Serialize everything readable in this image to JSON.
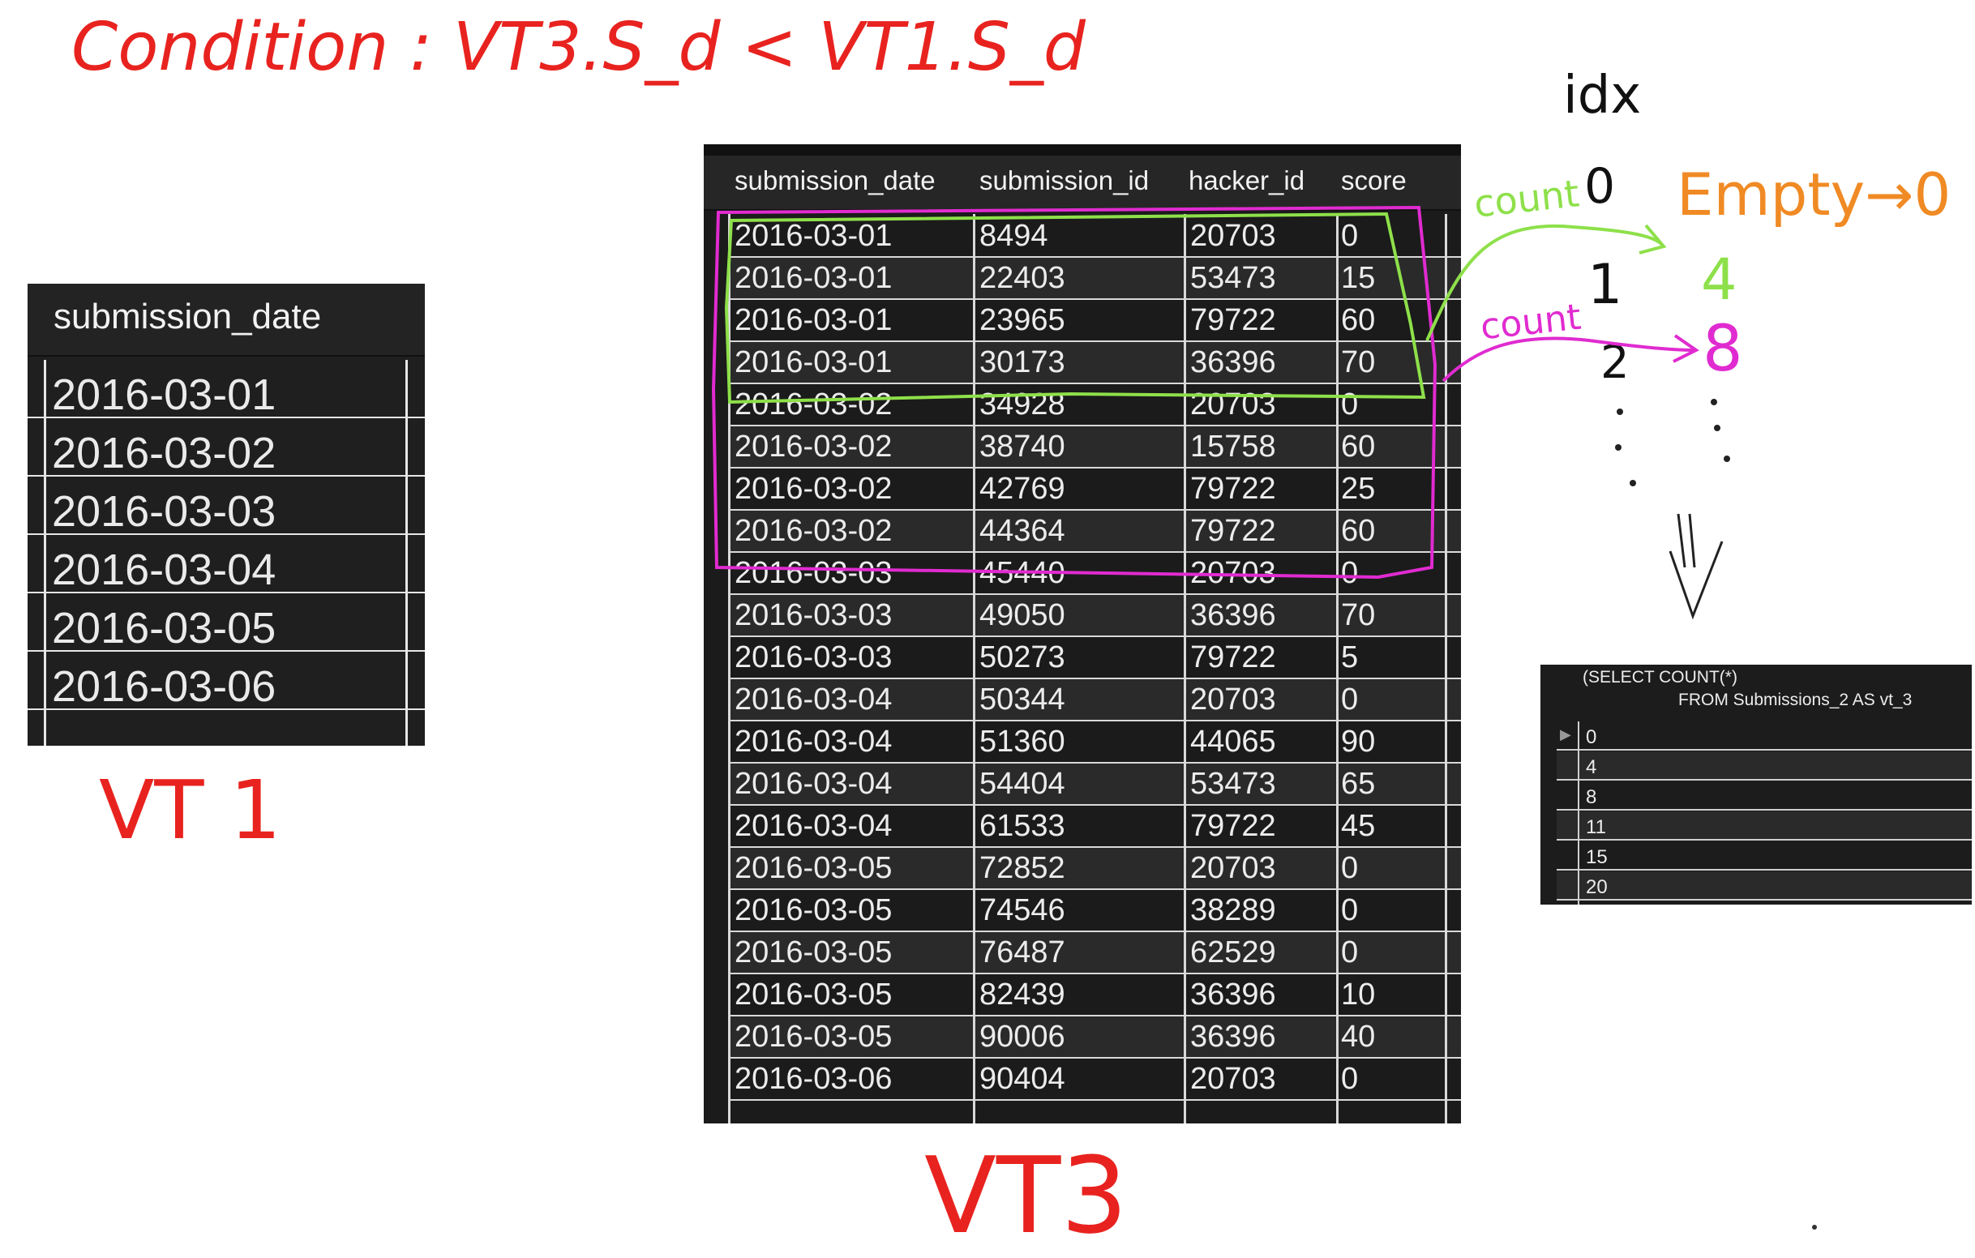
{
  "annotations": {
    "condition": "Condition : VT3.S_d < VT1.S_d",
    "vt1_label": "VT 1",
    "vt3_label": "VT3",
    "idx_label": "idx",
    "idx_values": [
      "0",
      "1",
      "2"
    ],
    "count_label_0": "count",
    "count_label_1": "count",
    "empty_label": "Empty→0",
    "result_values": [
      "4",
      "8"
    ]
  },
  "vt1": {
    "header": "submission_date",
    "rows": [
      "2016-03-01",
      "2016-03-02",
      "2016-03-03",
      "2016-03-04",
      "2016-03-05",
      "2016-03-06"
    ]
  },
  "vt3": {
    "columns": [
      "submission_date",
      "submission_id",
      "hacker_id",
      "score"
    ],
    "rows": [
      [
        "2016-03-01",
        "8494",
        "20703",
        "0"
      ],
      [
        "2016-03-01",
        "22403",
        "53473",
        "15"
      ],
      [
        "2016-03-01",
        "23965",
        "79722",
        "60"
      ],
      [
        "2016-03-01",
        "30173",
        "36396",
        "70"
      ],
      [
        "2016-03-02",
        "34928",
        "20703",
        "0"
      ],
      [
        "2016-03-02",
        "38740",
        "15758",
        "60"
      ],
      [
        "2016-03-02",
        "42769",
        "79722",
        "25"
      ],
      [
        "2016-03-02",
        "44364",
        "79722",
        "60"
      ],
      [
        "2016-03-03",
        "45440",
        "20703",
        "0"
      ],
      [
        "2016-03-03",
        "49050",
        "36396",
        "70"
      ],
      [
        "2016-03-03",
        "50273",
        "79722",
        "5"
      ],
      [
        "2016-03-04",
        "50344",
        "20703",
        "0"
      ],
      [
        "2016-03-04",
        "51360",
        "44065",
        "90"
      ],
      [
        "2016-03-04",
        "54404",
        "53473",
        "65"
      ],
      [
        "2016-03-04",
        "61533",
        "79722",
        "45"
      ],
      [
        "2016-03-05",
        "72852",
        "20703",
        "0"
      ],
      [
        "2016-03-05",
        "74546",
        "38289",
        "0"
      ],
      [
        "2016-03-05",
        "76487",
        "62529",
        "0"
      ],
      [
        "2016-03-05",
        "82439",
        "36396",
        "10"
      ],
      [
        "2016-03-05",
        "90006",
        "36396",
        "40"
      ],
      [
        "2016-03-06",
        "90404",
        "20703",
        "0"
      ]
    ]
  },
  "count_table": {
    "header_line1": "(SELECT COUNT(*)",
    "header_line2": "FROM Submissions_2 AS vt_3",
    "rows": [
      "0",
      "4",
      "8",
      "11",
      "15",
      "20"
    ]
  },
  "colors": {
    "red": "#e8231f",
    "green": "#8ee04a",
    "orange": "#f08a24",
    "magenta": "#e02bd0",
    "table_bg": "#1b1b1b"
  }
}
